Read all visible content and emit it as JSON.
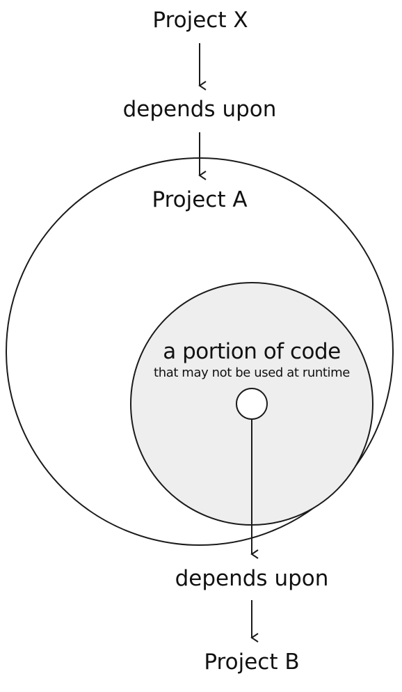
{
  "diagram": {
    "nodes": {
      "project_x": "Project X",
      "depends_upon_1": "depends upon",
      "project_a": "Project A",
      "portion_title": "a portion of code",
      "portion_subtitle": "that may not be used at runtime",
      "depends_upon_2": "depends upon",
      "project_b": "Project B"
    },
    "colors": {
      "stroke": "#1a1a1a",
      "inner_fill": "#eeeeee",
      "background": "#ffffff"
    }
  }
}
